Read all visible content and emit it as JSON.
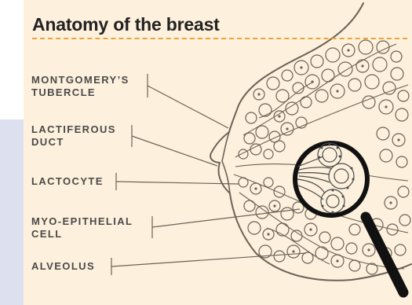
{
  "title": "Anatomy of the breast",
  "labels": {
    "montgomery": [
      "MONTGOMERY’S",
      "TUBERCLE"
    ],
    "lactiferous": [
      "LACTIFEROUS",
      "DUCT"
    ],
    "lactocyte": [
      "LACTOCYTE"
    ],
    "myo": [
      "MYO-EPITHELIAL",
      "CELL"
    ],
    "alveolus": [
      "ALVEOLUS"
    ]
  },
  "colors": {
    "background": "#fdf0dc",
    "title": "#222222",
    "label": "#4a4a4a",
    "dashed_rule": "#e8a63a",
    "outline": "#6b6358",
    "magnifier": "#111111",
    "side_strip": "#dde1ef"
  },
  "icons": {
    "magnifier": "magnifying-glass-icon"
  }
}
